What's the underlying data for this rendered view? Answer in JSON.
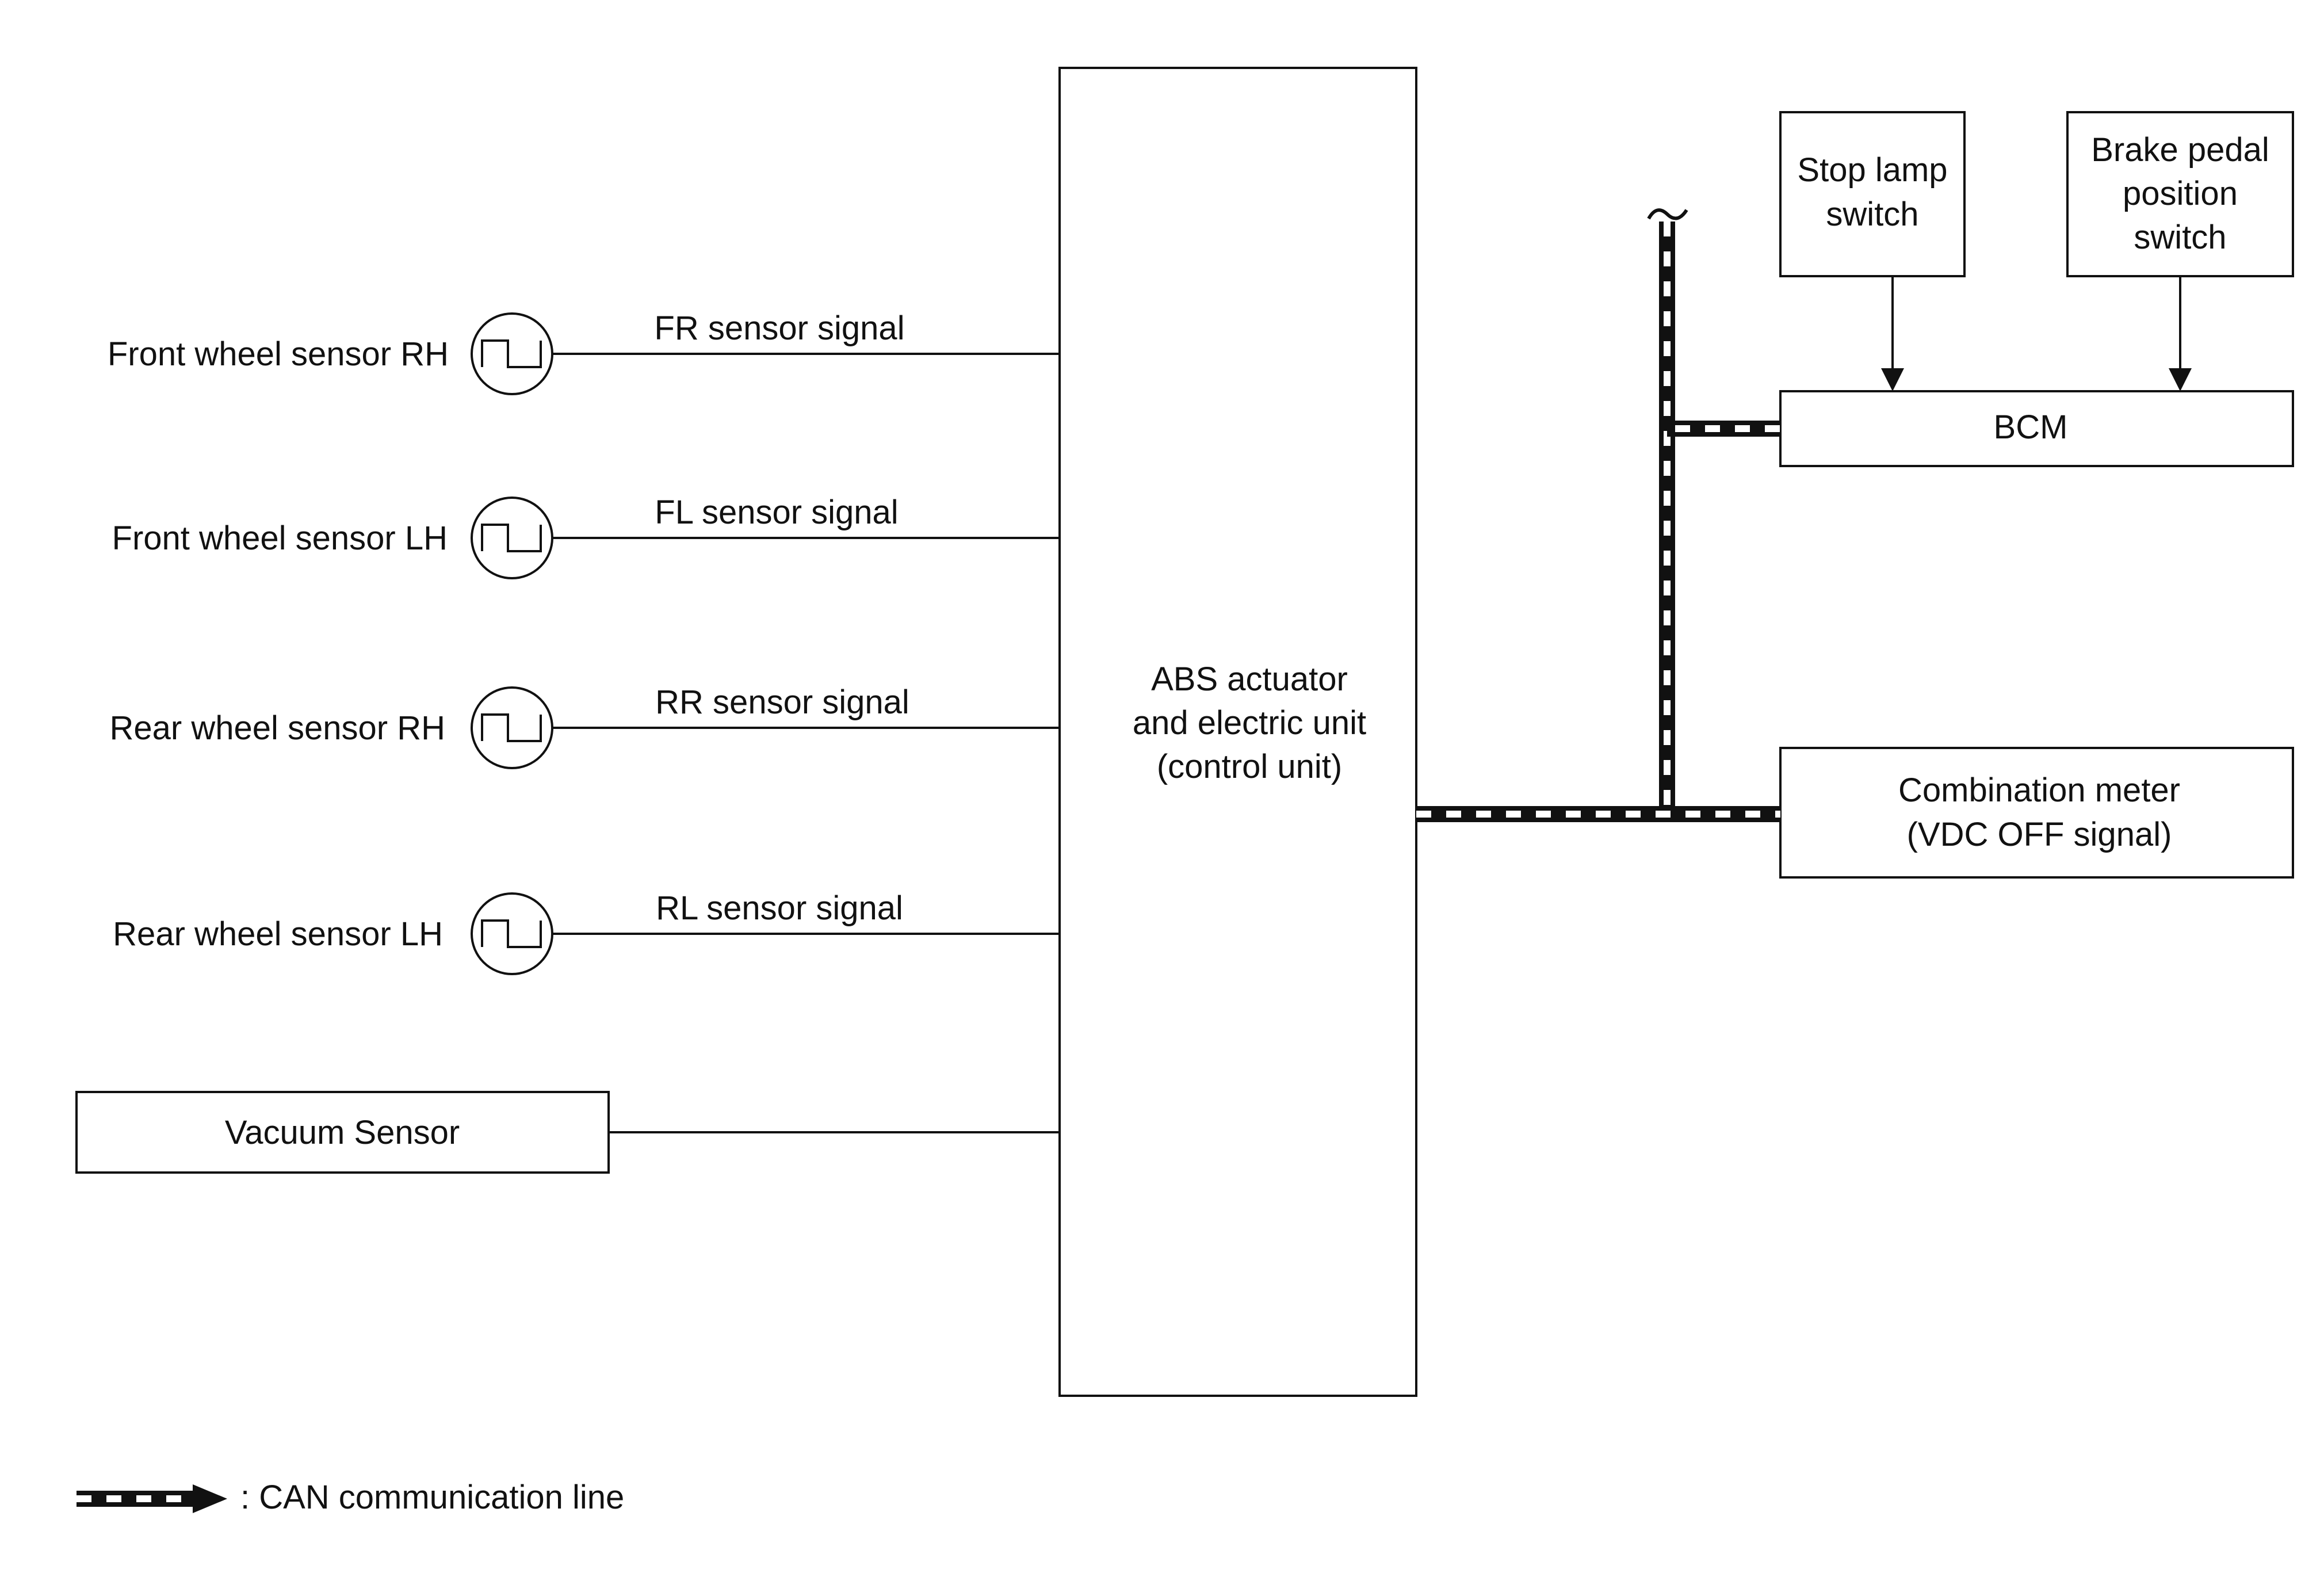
{
  "sensors": [
    {
      "label": "Front wheel sensor RH",
      "signal": "FR sensor signal"
    },
    {
      "label": "Front wheel sensor LH",
      "signal": "FL sensor signal"
    },
    {
      "label": "Rear wheel sensor RH",
      "signal": "RR sensor signal"
    },
    {
      "label": "Rear wheel sensor LH",
      "signal": "RL sensor signal"
    }
  ],
  "vacuum_sensor": "Vacuum Sensor",
  "abs_unit": {
    "line1": "ABS actuator",
    "line2": "and electric unit",
    "line3": "(control unit)"
  },
  "stop_lamp_switch": {
    "line1": "Stop lamp",
    "line2": "switch"
  },
  "brake_pedal_switch": {
    "line1": "Brake pedal",
    "line2": "position",
    "line3": "switch"
  },
  "bcm": "BCM",
  "combination_meter": {
    "line1": "Combination meter",
    "line2": "(VDC OFF signal)"
  },
  "legend": {
    "text": ": CAN communication line"
  }
}
